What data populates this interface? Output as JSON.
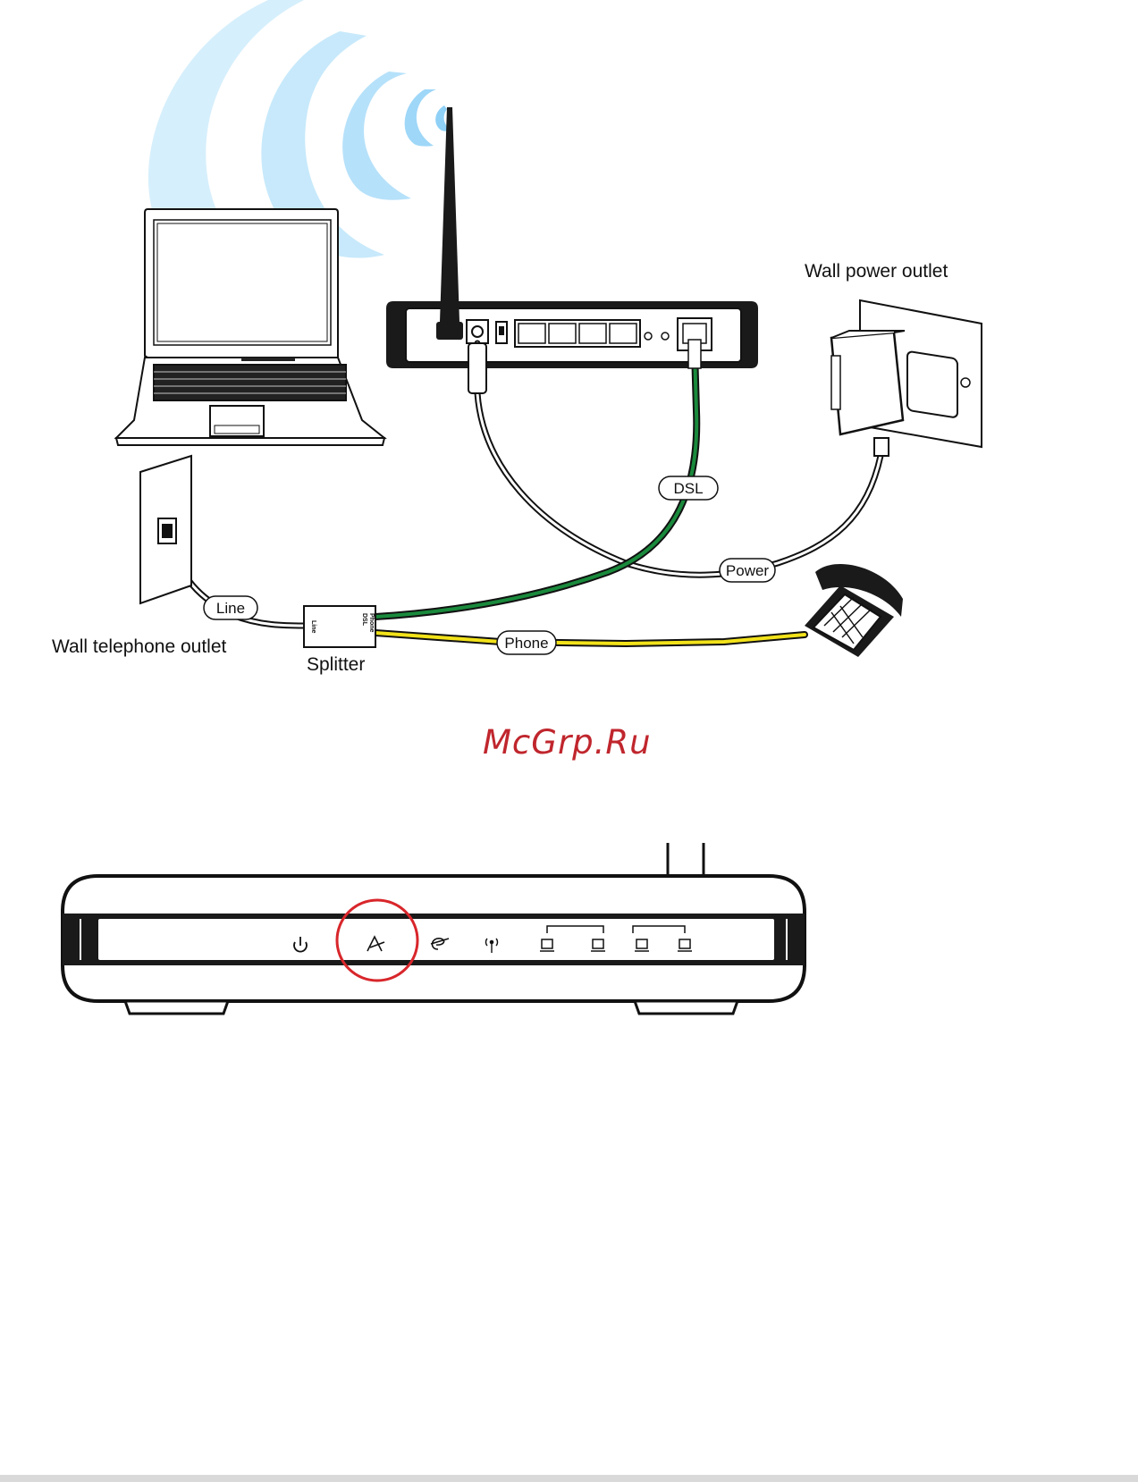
{
  "labels": {
    "wall_power_outlet": "Wall power outlet",
    "wall_telephone_outlet": "Wall telephone outlet",
    "splitter": "Splitter",
    "dsl": "DSL",
    "power": "Power",
    "line": "Line",
    "phone": "Phone",
    "splitter_port_line": "Line",
    "splitter_port_dsl": "DSL",
    "splitter_port_phone": "Phone"
  },
  "watermark": "McGrp.Ru",
  "colors": {
    "dsl_cable": "#1a8a3c",
    "phone_cable": "#f2e21a",
    "wireless_waves": "#bfe6fb",
    "highlight_circle": "#d8262b",
    "watermark": "#c0262d"
  },
  "front_panel_icons": [
    "power-icon",
    "adsl-icon",
    "internet-icon",
    "wireless-icon",
    "lan1-icon",
    "lan2-icon",
    "lan3-icon",
    "lan4-icon"
  ],
  "highlighted_indicator": "adsl-icon"
}
